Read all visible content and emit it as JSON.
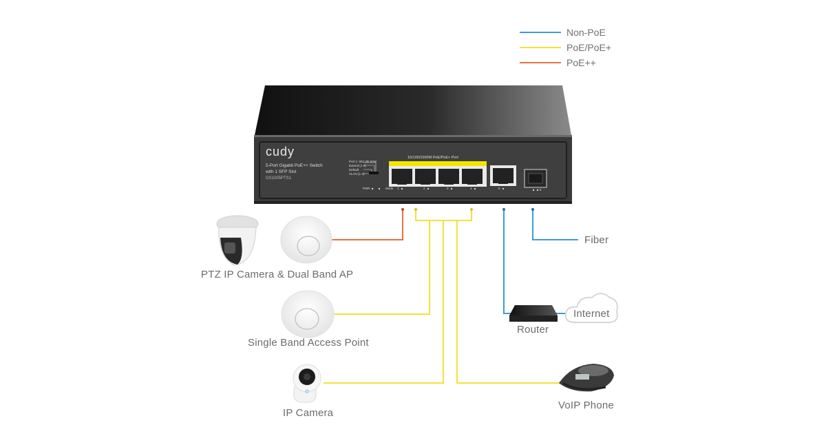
{
  "legend": {
    "items": [
      {
        "label": "Non-PoE",
        "color": "#3a9be0"
      },
      {
        "label": "PoE/PoE+",
        "color": "#f2e23a"
      },
      {
        "label": "PoE++",
        "color": "#e2733f"
      }
    ]
  },
  "switch": {
    "brand": "cudy",
    "description_line1": "5-Port Gigabit PoE++ Switch",
    "description_line2": "with 1 SFP Slot",
    "model": "GS1005PTS1",
    "port_group_label": "10/100/1000M PoE/PoE+ Port",
    "dip_switch_labels": [
      "Port 1: 802.3bt 60W",
      "Extend (1-4)",
      "Default",
      "VLAN (1-4)"
    ],
    "led_labels": {
      "power": "PWR",
      "mode": "Mode"
    },
    "ports": [
      "1",
      "2",
      "3",
      "4",
      "5",
      "6"
    ],
    "colors": {
      "body": "#2e2e2e",
      "top": "#1a1a1a",
      "poe_strip": "#f5e400"
    }
  },
  "devices": {
    "ptz_camera_ap": "PTZ IP Camera & Dual Band AP",
    "single_band_ap": "Single Band Access Point",
    "ip_camera": "IP Camera",
    "router": "Router",
    "internet": "Internet",
    "fiber": "Fiber",
    "voip_phone": "VoIP Phone"
  }
}
